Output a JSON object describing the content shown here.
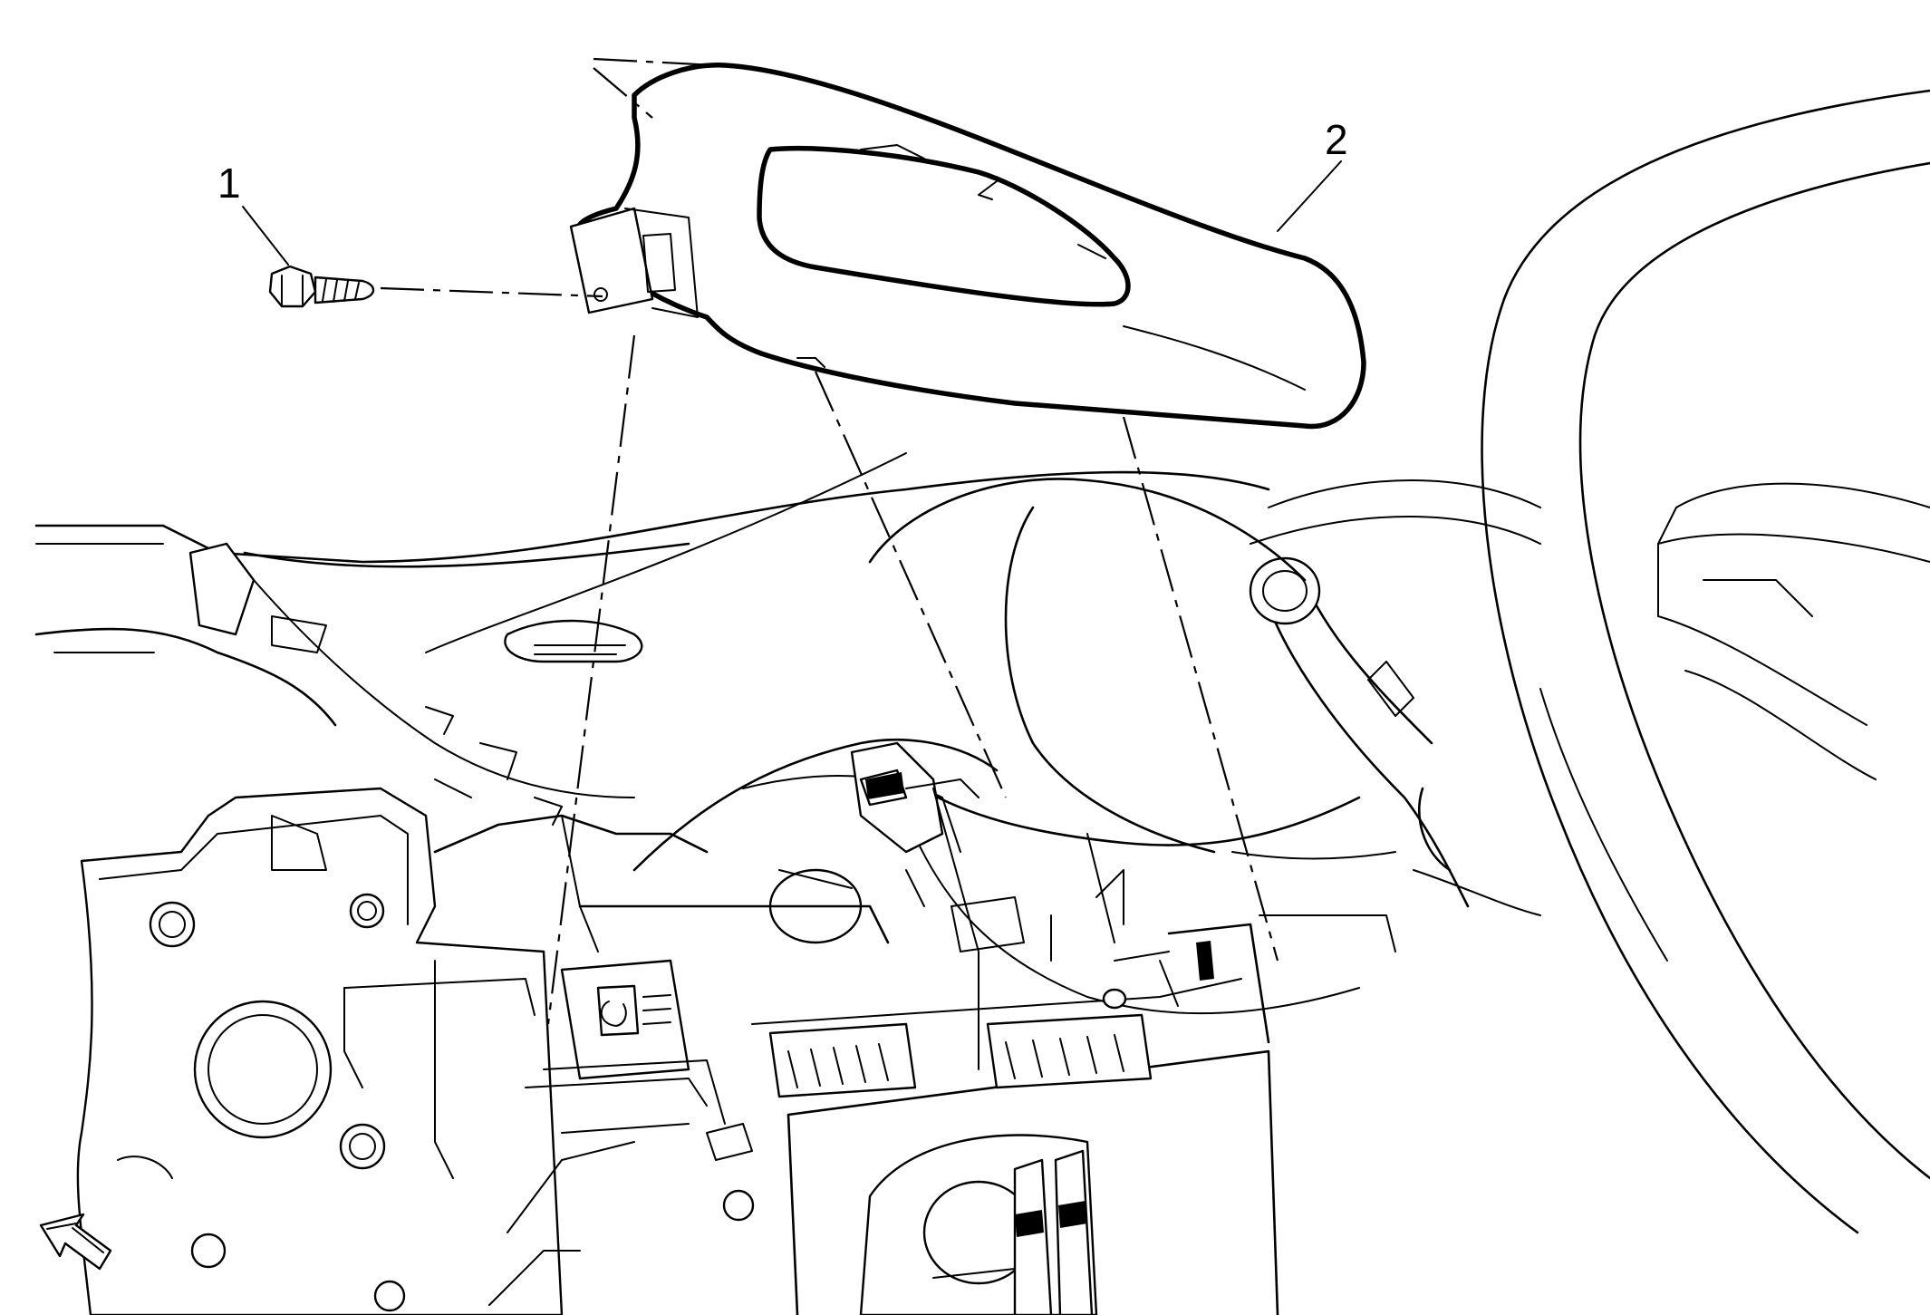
{
  "callouts": [
    {
      "id": "1",
      "label": "1"
    },
    {
      "id": "2",
      "label": "2"
    }
  ],
  "icons": {
    "view_arrow": "hollow-arrow-icon"
  },
  "colors": {
    "line": "#000000",
    "background": "#ffffff"
  }
}
